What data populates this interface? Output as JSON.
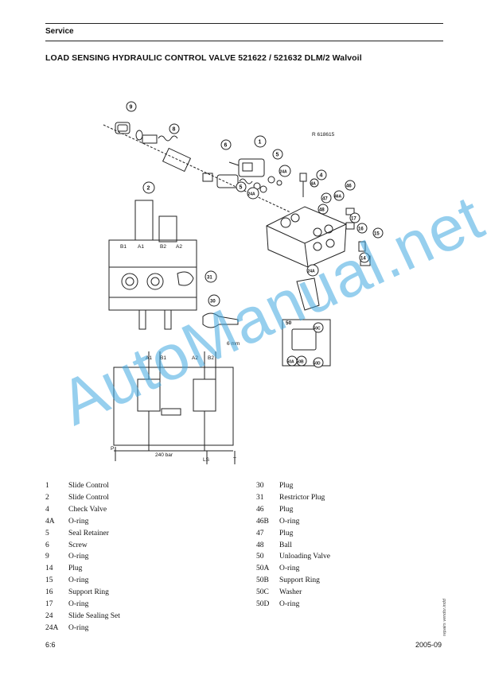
{
  "header": {
    "section": "Service",
    "title": "LOAD SENSING HYDRAULIC CONTROL VALVE 521622 / 521632 DLM/2 Walvoil"
  },
  "figure": {
    "ref": "R 618615",
    "callouts": [
      "9",
      "8",
      "2",
      "6",
      "1",
      "5",
      "24A",
      "4",
      "4A",
      "5",
      "24A",
      "47",
      "46A",
      "46",
      "48",
      "17",
      "16",
      "15",
      "14",
      "31",
      "30",
      "24A",
      "50",
      "50C",
      "50A",
      "50B",
      "50D"
    ],
    "port_labels": [
      "B1",
      "A1",
      "B2",
      "A2"
    ],
    "schematic": {
      "pressure": "240 bar",
      "ports": [
        "A1",
        "B1",
        "A2",
        "B2",
        "P",
        "LS",
        "T"
      ],
      "gauge": "6 mm"
    }
  },
  "parts_left": [
    {
      "num": "1",
      "desc": "Slide Control"
    },
    {
      "num": "2",
      "desc": "Slide Control"
    },
    {
      "num": "4",
      "desc": "Check Valve"
    },
    {
      "num": "4A",
      "desc": "O-ring"
    },
    {
      "num": "5",
      "desc": "Seal Retainer"
    },
    {
      "num": "6",
      "desc": "Screw"
    },
    {
      "num": "9",
      "desc": "O-ring"
    },
    {
      "num": "14",
      "desc": "Plug"
    },
    {
      "num": "15",
      "desc": "O-ring"
    },
    {
      "num": "16",
      "desc": "Support Ring"
    },
    {
      "num": "17",
      "desc": "O-ring"
    },
    {
      "num": "24",
      "desc": "Slide Sealing Set"
    },
    {
      "num": "24A",
      "desc": "O-ring"
    }
  ],
  "parts_right": [
    {
      "num": "30",
      "desc": "Plug"
    },
    {
      "num": "31",
      "desc": "Restrictor Plug"
    },
    {
      "num": "46",
      "desc": "Plug"
    },
    {
      "num": "46B",
      "desc": "O-ring"
    },
    {
      "num": "47",
      "desc": "Plug"
    },
    {
      "num": "48",
      "desc": "Ball"
    },
    {
      "num": "50",
      "desc": "Unloading Valve"
    },
    {
      "num": "50A",
      "desc": "O-ring"
    },
    {
      "num": "50B",
      "desc": "Support Ring"
    },
    {
      "num": "50C",
      "desc": "Washer"
    },
    {
      "num": "50D",
      "desc": "O-ring"
    }
  ],
  "footer": {
    "page": "6:6",
    "date": "2005-09",
    "margin_note": "repairs vendor.indd"
  },
  "watermark": "AutoManual.net",
  "colors": {
    "watermark": "#40a8e0",
    "ink": "#111111"
  }
}
